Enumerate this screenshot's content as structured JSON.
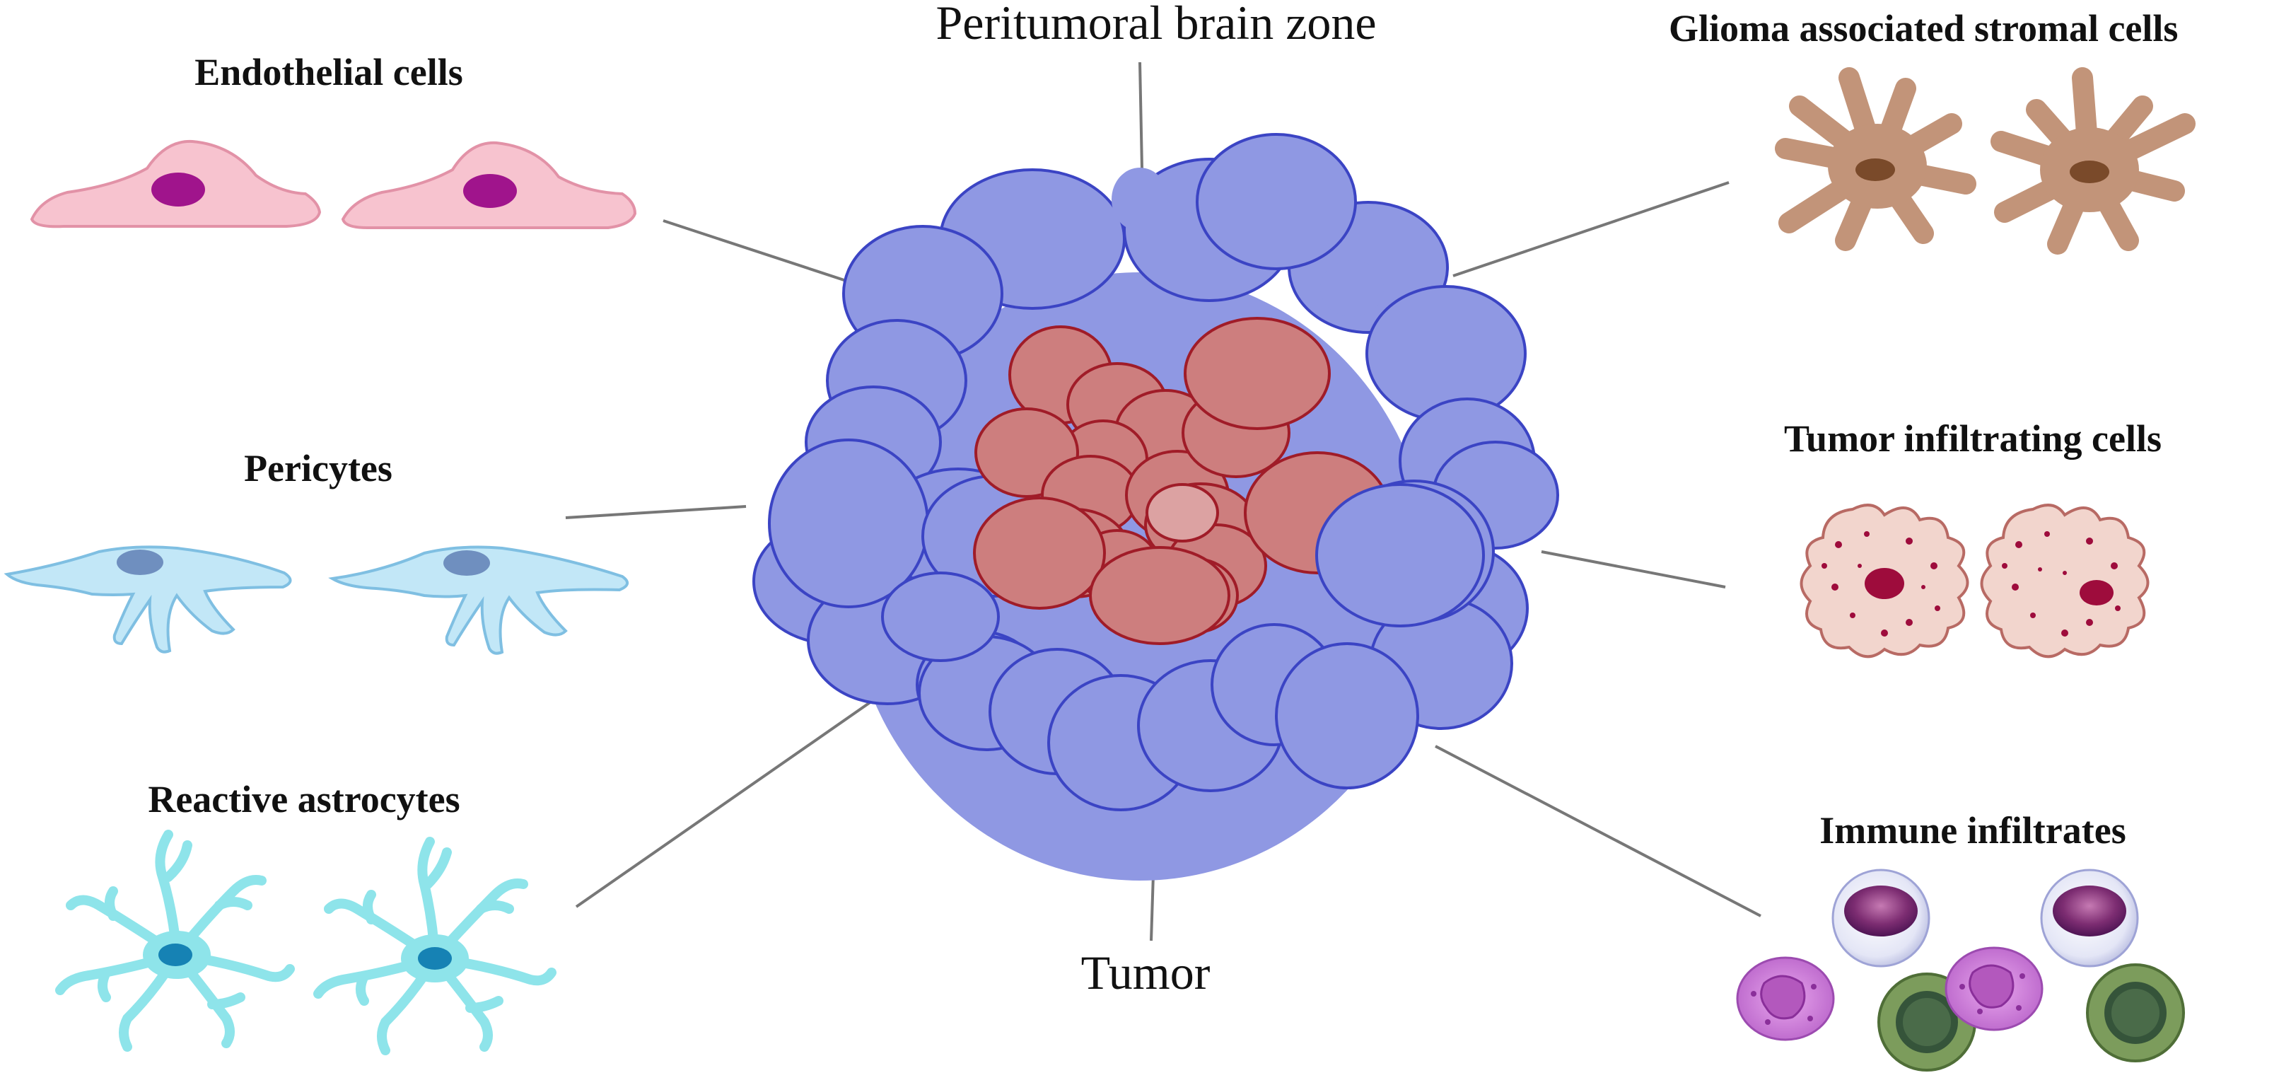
{
  "diagram": {
    "center_labels": {
      "peritumoral": "Peritumoral brain zone",
      "tumor": "Tumor"
    },
    "components": {
      "endothelial": "Endothelial cells",
      "pericytes": "Pericytes",
      "reactive_astrocytes": "Reactive astrocytes",
      "stromal": "Glioma associated stromal cells",
      "tumor_infiltrating": "Tumor infiltrating cells",
      "immune": "Immune infiltrates"
    }
  },
  "colors": {
    "peritumoral_fill": "#8f98e3",
    "peritumoral_stroke": "#3b44c4",
    "tumor_fill": "#cd7e7e",
    "tumor_stroke": "#a01c28",
    "endothelial_fill": "#f7c3cf",
    "endothelial_nucleus": "#a0148c",
    "pericyte_fill": "#c2e7f7",
    "pericyte_nucleus": "#6f8fbf",
    "astrocyte_fill": "#8ee4ea",
    "astrocyte_nucleus": "#1682b4",
    "stromal_fill": "#c29479",
    "stromal_nucleus": "#7a4a2a",
    "infiltrating_fill": "#f2d5cd",
    "infiltrating_dot": "#9e0c3c",
    "leader_line": "#777777"
  }
}
